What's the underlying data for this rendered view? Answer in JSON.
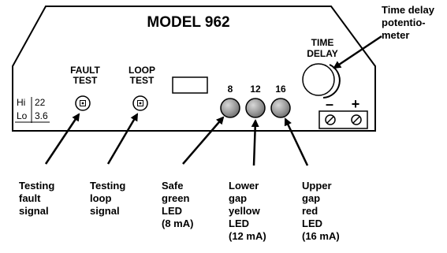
{
  "panel": {
    "title": "MODEL 962",
    "fault_test": [
      "FAULT",
      "TEST"
    ],
    "loop_test": [
      "LOOP",
      "TEST"
    ],
    "hi_label": "Hi",
    "hi_value": "22",
    "lo_label": "Lo",
    "lo_value": "3.6",
    "led_labels": [
      "8",
      "12",
      "16"
    ],
    "time_delay": [
      "TIME",
      "DELAY"
    ],
    "minus": "–",
    "plus": "+"
  },
  "callouts": {
    "potentiometer": [
      "Time delay",
      "potentio-",
      "meter"
    ],
    "fault": [
      "Testing",
      "fault",
      "signal"
    ],
    "loop": [
      "Testing",
      "loop",
      "signal"
    ],
    "safe": [
      "Safe",
      "green",
      "LED",
      "(8 mA)"
    ],
    "lower": [
      "Lower",
      "gap",
      "yellow",
      "LED",
      "(12 mA)"
    ],
    "upper": [
      "Upper",
      "gap",
      "red",
      "LED",
      "(16 mA)"
    ]
  }
}
